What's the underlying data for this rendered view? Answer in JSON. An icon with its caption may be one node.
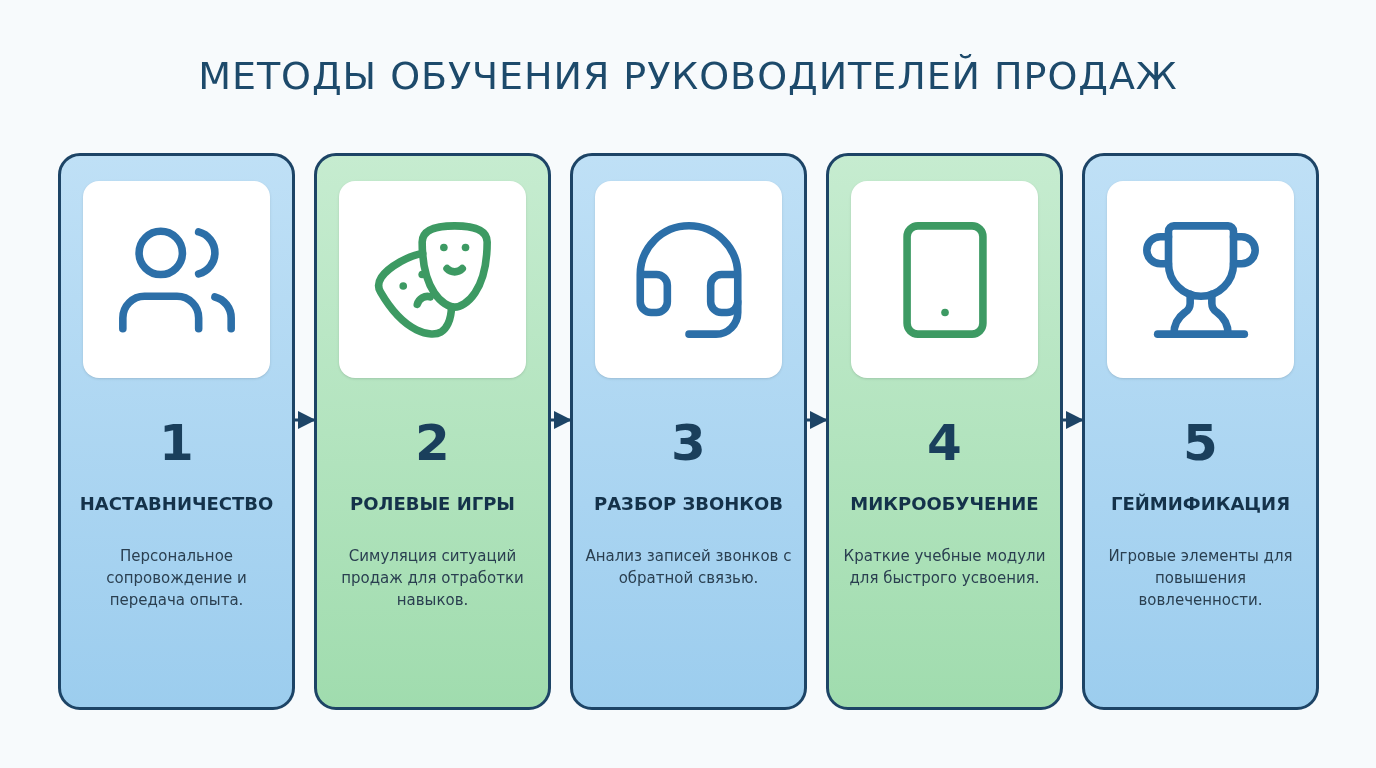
{
  "diagram": {
    "title": "МЕТОДЫ ОБУЧЕНИЯ РУКОВОДИТЕЛЕЙ ПРОДАЖ",
    "nodes": [
      {
        "text": [
          "1",
          "НАСТАВНИЧЕСТВО",
          "Персональное сопровождение и передача опыта."
        ]
      },
      {
        "text": [
          "2",
          "РОЛЕВЫЕ ИГРЫ",
          "Симуляция ситуаций продаж для отработки навыков."
        ]
      },
      {
        "text": [
          "3",
          "РАЗБОР ЗВОНКОВ",
          "Анализ записей звонков с обратной связью."
        ]
      },
      {
        "text": [
          "4",
          "МИКРООБУЧЕНИЕ",
          "Краткие учебные модули для быстрого усвоения."
        ]
      },
      {
        "text": [
          "5",
          "ГЕЙМИФИКАЦИЯ",
          "Игровые элементы для повышения вовлеченности."
        ]
      }
    ],
    "edges": [
      {
        "from": 0,
        "to": 1,
        "arrow": "to"
      },
      {
        "from": 1,
        "to": 2,
        "arrow": "to"
      },
      {
        "from": 2,
        "to": 3,
        "arrow": "to"
      },
      {
        "from": 3,
        "to": 4,
        "arrow": "to"
      }
    ]
  }
}
